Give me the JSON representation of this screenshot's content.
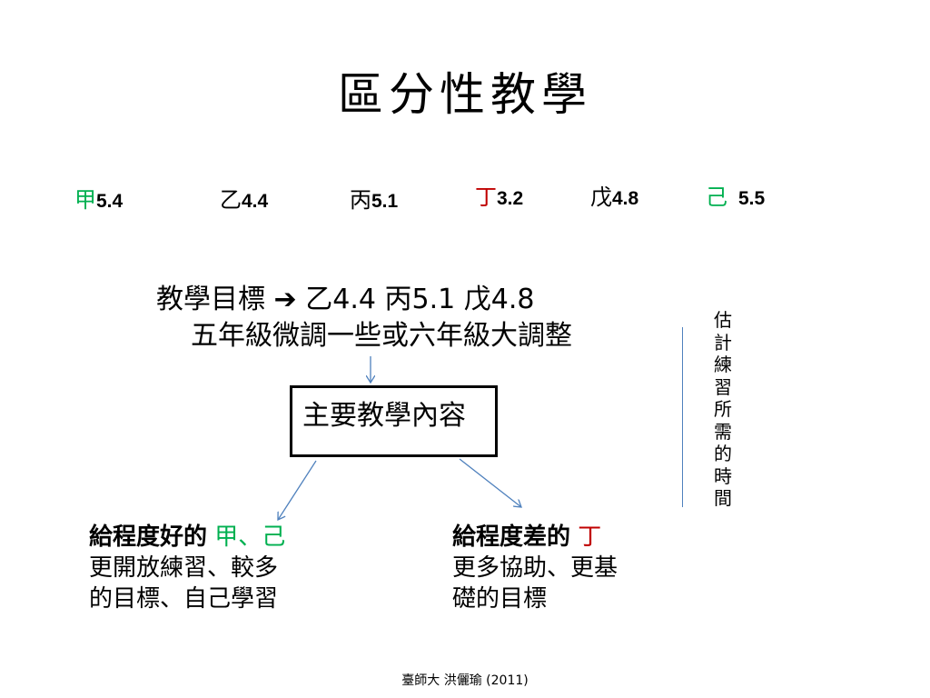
{
  "title": "區分性教學",
  "students": [
    {
      "name": "甲",
      "score": "5.4",
      "color": "#00b050"
    },
    {
      "name": "乙",
      "score": "4.4",
      "color": "#000000"
    },
    {
      "name": "丙",
      "score": "5.1",
      "color": "#000000"
    },
    {
      "name": "丁",
      "score": "3.2",
      "color": "#c00000"
    },
    {
      "name": "戊",
      "score": "4.8",
      "color": "#000000"
    },
    {
      "name": "己",
      "score": "5.5",
      "color": "#00b050"
    }
  ],
  "goal": {
    "label": "教學目標",
    "arrow": "➔",
    "values": "乙4.4 丙5.1 戊4.8",
    "line2": "五年級微調一些或六年級大調整"
  },
  "main_content": "主要教學內容",
  "side_note": "估計練習所需的時間",
  "left_branch": {
    "head": "給程度好的",
    "target": "甲、己",
    "line2": "更開放練習、較多",
    "line3": "的目標、自己學習"
  },
  "right_branch": {
    "head": "給程度差的",
    "target": "丁",
    "line2": "更多協助、更基",
    "line3": "礎的目標"
  },
  "footer": "臺師大 洪儷瑜 (2011)",
  "colors": {
    "green": "#00b050",
    "red": "#c00000",
    "arrow": "#4f81bd"
  }
}
